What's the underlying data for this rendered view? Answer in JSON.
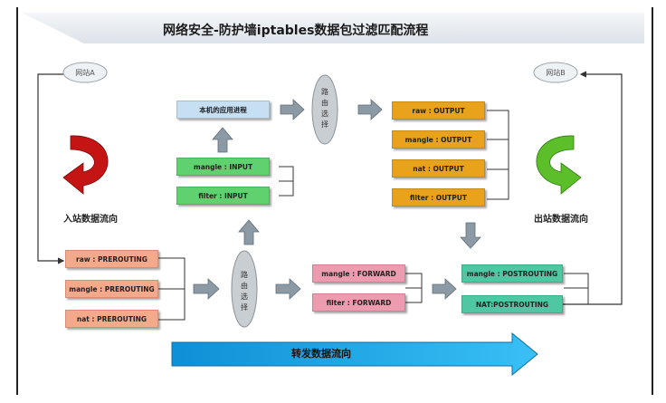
{
  "title": "网络安全-防护墙iptables数据包过滤匹配流程",
  "clouds": {
    "site_a": "网站A",
    "site_b": "网站B"
  },
  "labels": {
    "inbound": "入站数据流向",
    "outbound": "出站数据流向",
    "forward_flow": "转发数据流向"
  },
  "routing": {
    "top": [
      "路",
      "由",
      "选",
      "择"
    ],
    "bottom": [
      "路",
      "由",
      "选",
      "择"
    ]
  },
  "prerouting": [
    "raw : PREROUTING",
    "mangle : PREROUTING",
    "nat : PREROUTING"
  ],
  "input": [
    "mangle : INPUT",
    "filter : INPUT"
  ],
  "local_process": "本机的应用进程",
  "output": [
    "raw : OUTPUT",
    "mangle : OUTPUT",
    "nat : OUTPUT",
    "filter : OUTPUT"
  ],
  "forward": [
    "mangle : FORWARD",
    "filter : FORWARD"
  ],
  "postrouting": [
    "mangle : POSTROUTING",
    "NAT:POSTROUTING"
  ],
  "colors": {
    "prerouting": "#f5a98b",
    "input": "#5fd16e",
    "local": "#c6dff3",
    "output": "#e8a21b",
    "forward": "#ec9cae",
    "postrouting": "#4ec7a2",
    "forward_arrow": "#19a6e8",
    "inbound_arrow": "#cc1a1a",
    "outbound_arrow": "#5cbf2a"
  }
}
